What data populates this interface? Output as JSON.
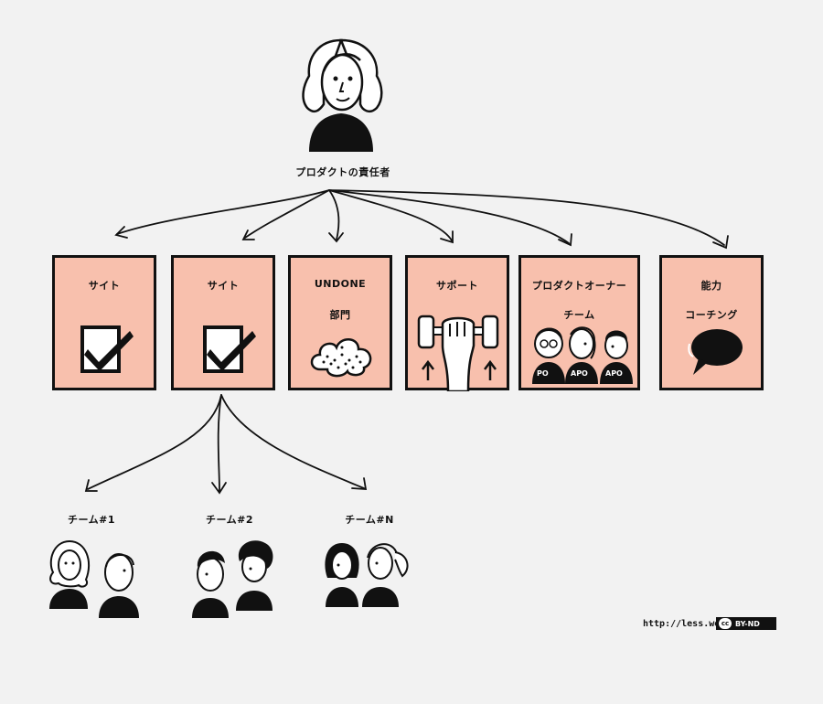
{
  "product_owner": {
    "label": "プロダクトの責任者"
  },
  "boxes": [
    {
      "label": "サイト",
      "sub": "",
      "icon": "checkbox-icon"
    },
    {
      "label": "サイト",
      "sub": "",
      "icon": "checkbox-icon"
    },
    {
      "label": "UNDONE",
      "sub": "部門",
      "icon": "cloud-icon"
    },
    {
      "label": "サポート",
      "sub": "",
      "icon": "dumbbell-icon"
    },
    {
      "label": "プロダクトオーナー",
      "sub": "チーム",
      "icon": "apo-team-icon"
    },
    {
      "label": "能力",
      "sub": "コーチング",
      "icon": "speech-bubble-icon"
    }
  ],
  "apo_badges": [
    "PO",
    "APO",
    "APO"
  ],
  "teams": [
    {
      "label": "チーム#1"
    },
    {
      "label": "チーム#2"
    },
    {
      "label": "チーム#N"
    }
  ],
  "footer": {
    "url": "http://less.works",
    "license_cc": "cc",
    "license_text": "BY-ND"
  },
  "colors": {
    "box_fill": "#f8c0ad",
    "ink": "#111111",
    "background": "#f2f2f2"
  }
}
